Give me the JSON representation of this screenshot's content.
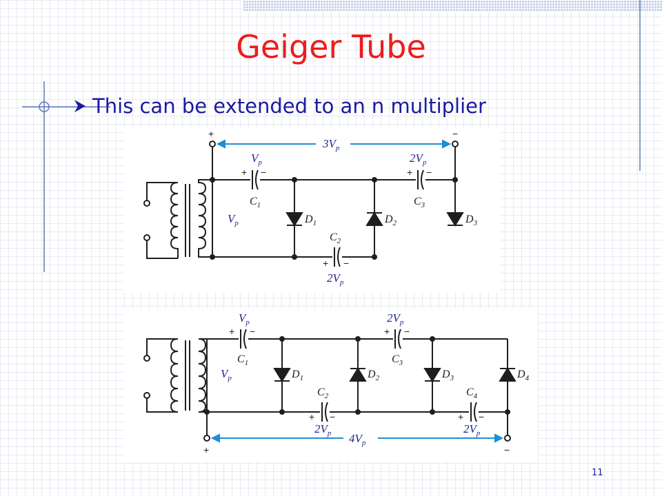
{
  "title": "Geiger Tube",
  "bullet": "This can be extended to an n multiplier",
  "page_number": "11",
  "diagram1": {
    "top_left_sign": "+",
    "top_right_sign": "−",
    "span_label": "3V",
    "span_sub": "p",
    "transformer_label": "V",
    "transformer_sub": "p",
    "capacitors": [
      {
        "name": "C",
        "sub": "1",
        "voltage": "V",
        "vsub": "p"
      },
      {
        "name": "C",
        "sub": "2",
        "voltage": "2V",
        "vsub": "p"
      },
      {
        "name": "C",
        "sub": "3",
        "voltage": "2V",
        "vsub": "p"
      }
    ],
    "diodes": [
      {
        "name": "D",
        "sub": "1"
      },
      {
        "name": "D",
        "sub": "2"
      },
      {
        "name": "D",
        "sub": "3"
      }
    ]
  },
  "diagram2": {
    "bottom_left_sign": "+",
    "bottom_right_sign": "−",
    "span_label": "4V",
    "span_sub": "p",
    "transformer_label": "V",
    "transformer_sub": "p",
    "capacitors": [
      {
        "name": "C",
        "sub": "1",
        "voltage": "V",
        "vsub": "p"
      },
      {
        "name": "C",
        "sub": "2",
        "voltage": "2V",
        "vsub": "p"
      },
      {
        "name": "C",
        "sub": "3",
        "voltage": "2V",
        "vsub": "p"
      },
      {
        "name": "C",
        "sub": "4",
        "voltage": "2V",
        "vsub": "p"
      }
    ],
    "diodes": [
      {
        "name": "D",
        "sub": "1"
      },
      {
        "name": "D",
        "sub": "2"
      },
      {
        "name": "D",
        "sub": "3"
      },
      {
        "name": "D",
        "sub": "4"
      }
    ]
  },
  "colors": {
    "title": "#ee1c1c",
    "text": "#1a1aa0",
    "annotation": "#1c8fd6",
    "wire": "#1e1e1e"
  }
}
